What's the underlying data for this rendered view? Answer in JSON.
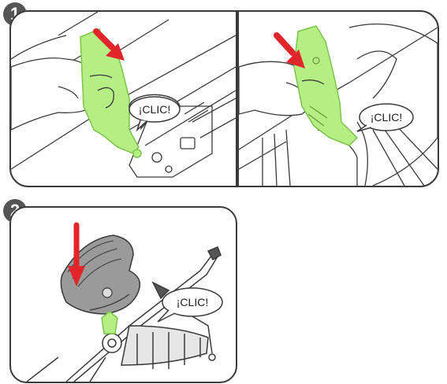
{
  "steps": [
    {
      "number": "1",
      "callout": "¡CLIC!"
    },
    {
      "number": "1",
      "callout": "¡CLIC!"
    },
    {
      "number": "2",
      "callout": "¡CLIC!"
    }
  ],
  "colors": {
    "adapter_fill": "#b6ee86",
    "adapter_stroke": "#7cc44a",
    "arrow": "#e0262a",
    "badge": "#555555",
    "line": "#3a3a3a"
  },
  "icons": [
    "hand-icon",
    "adapter-icon",
    "down-arrow-icon",
    "speech-bubble-icon",
    "car-seat-icon",
    "stroller-icon"
  ]
}
